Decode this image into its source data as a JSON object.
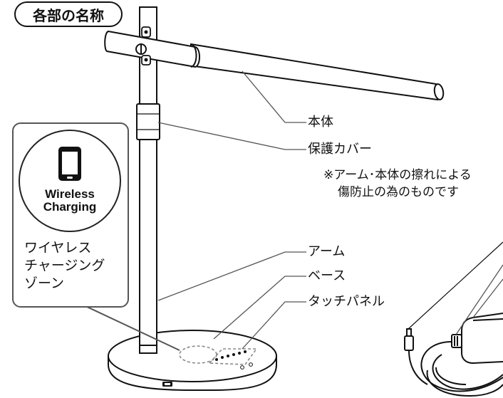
{
  "title": "各部の名称",
  "wireless_icon_text": [
    "Wireless",
    "Charging"
  ],
  "wireless_zone_label": [
    "ワイヤレス",
    "チャージング",
    "ゾーン"
  ],
  "labels": {
    "body": "本体",
    "cover": "保護カバー",
    "note_line1": "※アーム･本体の擦れによる",
    "note_line2": "傷防止の為のものです",
    "arm": "アーム",
    "base": "ベース",
    "touch_panel": "タッチパネル"
  },
  "colors": {
    "line": "#111111",
    "leader": "#666666",
    "dashed": "#888888"
  },
  "icons": [
    "smartphone-icon",
    "usb-port-icon",
    "ac-adapter-icon"
  ]
}
